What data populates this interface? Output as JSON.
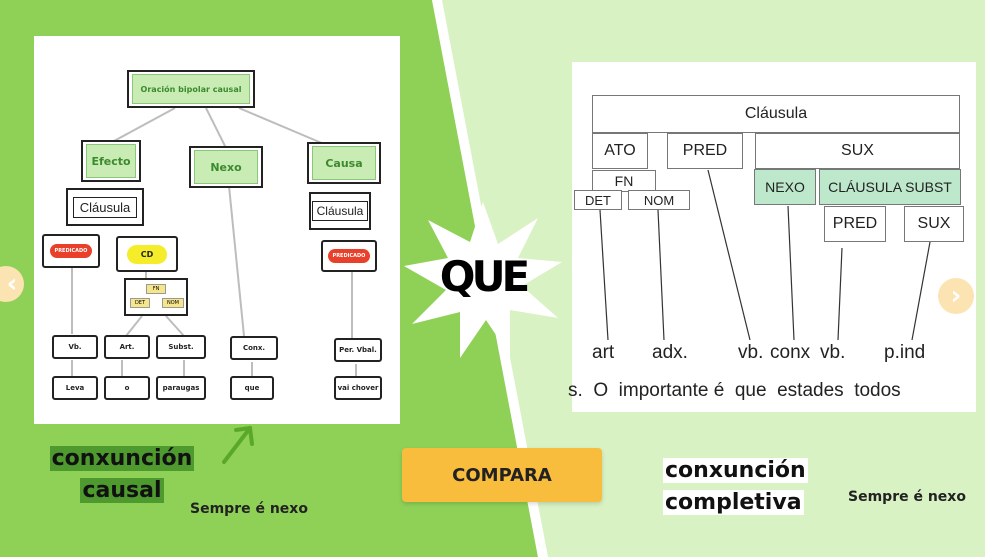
{
  "colors": {
    "left_bg": "#8fd157",
    "right_bg": "#d8f2c4",
    "button": "#f8bd3d",
    "green_box": "#bde8cc"
  },
  "left_diagram": {
    "root": "Oración bipolar causal",
    "efecto": "Efecto",
    "nexo": "Nexo",
    "causa": "Causa",
    "clausula_left": "Cláusula",
    "clausula_right": "Cláusula",
    "predicado_left": "PREDICADO",
    "predicado_right": "PREDICADO",
    "cd": "CD",
    "fn": "FN",
    "det": "DET",
    "nom": "NOM",
    "vb": "Vb.",
    "art": "Art.",
    "subst": "Subst.",
    "conx": "Conx.",
    "per_vbal": "Per. Vbal.",
    "leva": "Leva",
    "o": "o",
    "paraugas": "paraugas",
    "que": "que",
    "vai_chover": "vai chover"
  },
  "right_diagram": {
    "clausula": "Cláusula",
    "ato": "ATO",
    "pred": "PRED",
    "sux": "SUX",
    "fn": "FN",
    "det": "DET",
    "nom": "NOM",
    "nexo": "NEXO",
    "clausula_subst": "CLÁUSULA SUBST",
    "pred2": "PRED",
    "sux2": "SUX",
    "tags": [
      "art",
      "adx.",
      "vb.",
      "conx",
      "vb.",
      "p.ind"
    ],
    "sentence": "s.  O  importante é  que  estades  todos"
  },
  "starburst_text": "QUE",
  "button_label": "COMPARA",
  "left_caption_line1": "conxunción",
  "left_caption_line2": "causal",
  "left_note": "Sempre é nexo",
  "right_caption_line1": "conxunción",
  "right_caption_line2": "completiva",
  "right_note": "Sempre é nexo",
  "nav_prev": "‹",
  "nav_next": "›"
}
